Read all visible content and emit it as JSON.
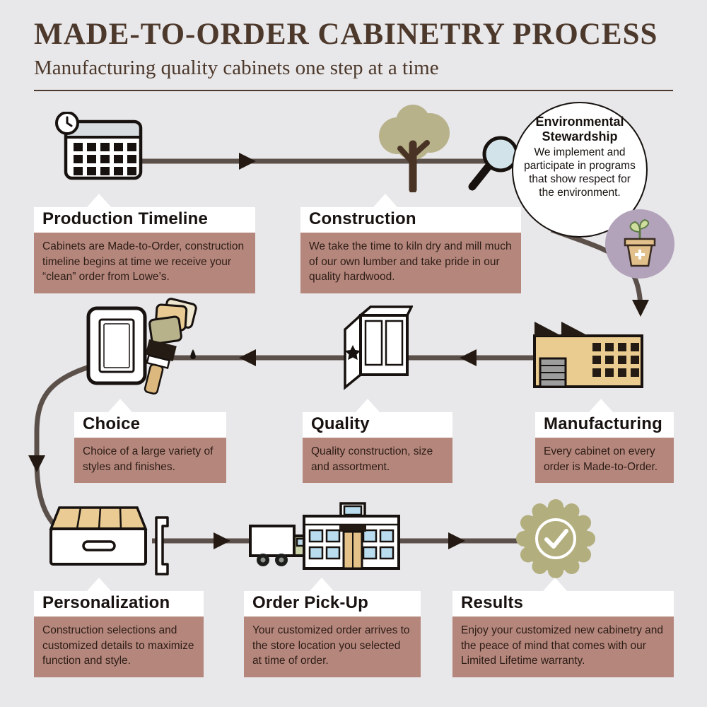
{
  "header": {
    "title": "MADE-TO-ORDER CABINETRY PROCESS",
    "subtitle": "Manufacturing quality cabinets one step at a time"
  },
  "colors": {
    "background": "#e8e7e9",
    "heading": "#4d392c",
    "callout_bg": "#b5877c",
    "callout_text": "#2d1c16",
    "line": "#5c504b",
    "arrow": "#241a13",
    "accent_olive": "#b2ae7e",
    "accent_tan": "#e9ca92",
    "accent_purple": "#b2a3bb",
    "accent_blue": "#b9dcee"
  },
  "steps": [
    {
      "id": "production-timeline",
      "title": "Production Timeline",
      "icon": "calendar-clock-icon",
      "body": "Cabinets are Made-to-Order, construction timeline begins at time we receive your “clean” order from Lowe’s."
    },
    {
      "id": "construction",
      "title": "Construction",
      "icon": "tree-icon",
      "body": "We take the time to kiln dry and mill much of our own lumber and take pride in our quality hardwood."
    },
    {
      "id": "environmental-stewardship",
      "title": "Environmental Stewardship",
      "icon": "plant-pot-icon",
      "body": "We implement and participate in programs that show respect for the environment."
    },
    {
      "id": "manufacturing",
      "title": "Manufacturing",
      "icon": "factory-icon",
      "body": "Every cabinet on every order is Made-to-Order."
    },
    {
      "id": "quality",
      "title": "Quality",
      "icon": "cabinet-icon",
      "body": "Quality construction, size and assortment."
    },
    {
      "id": "choice",
      "title": "Choice",
      "icon": "door-paintbrush-swatches-icon",
      "body": "Choice of a large variety of styles and finishes."
    },
    {
      "id": "personalization",
      "title": "Personalization",
      "icon": "drawer-icon",
      "body": "Construction selections and customized details to maximize function and style."
    },
    {
      "id": "order-pickup",
      "title": "Order Pick-Up",
      "icon": "truck-store-icon",
      "body": "Your customized order arrives to the store location you selected at time of order."
    },
    {
      "id": "results",
      "title": "Results",
      "icon": "seal-check-icon",
      "body": "Enjoy your customized new cabinetry and the peace of mind that comes with our Limited Lifetime warranty."
    }
  ]
}
